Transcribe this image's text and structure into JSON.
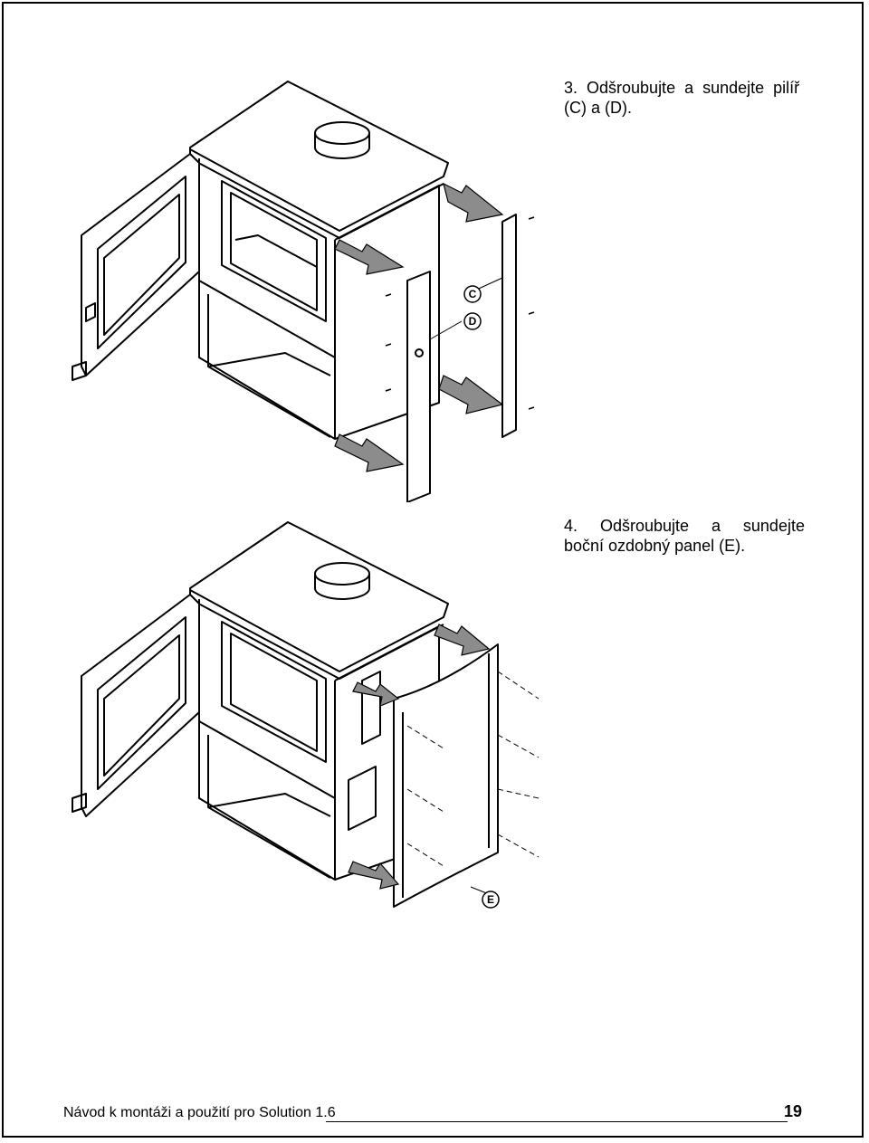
{
  "step3": {
    "line1": "3.  Odšroubujte  a  sundejte  pilíř",
    "line2": "(C) a (D)."
  },
  "step4": {
    "line1_num": "4.",
    "line1_w1": "Odšroubujte",
    "line1_w2": "a",
    "line1_w3": "sundejte",
    "line2": "boční ozdobný panel (E)."
  },
  "callouts": {
    "c": "C",
    "d": "D",
    "e": "E"
  },
  "footer": {
    "title": "Návod k montáži a použití pro Solution 1.6",
    "page_number": "19"
  },
  "colors": {
    "arrow_fill": "#8c8c8c",
    "line": "#000000"
  }
}
